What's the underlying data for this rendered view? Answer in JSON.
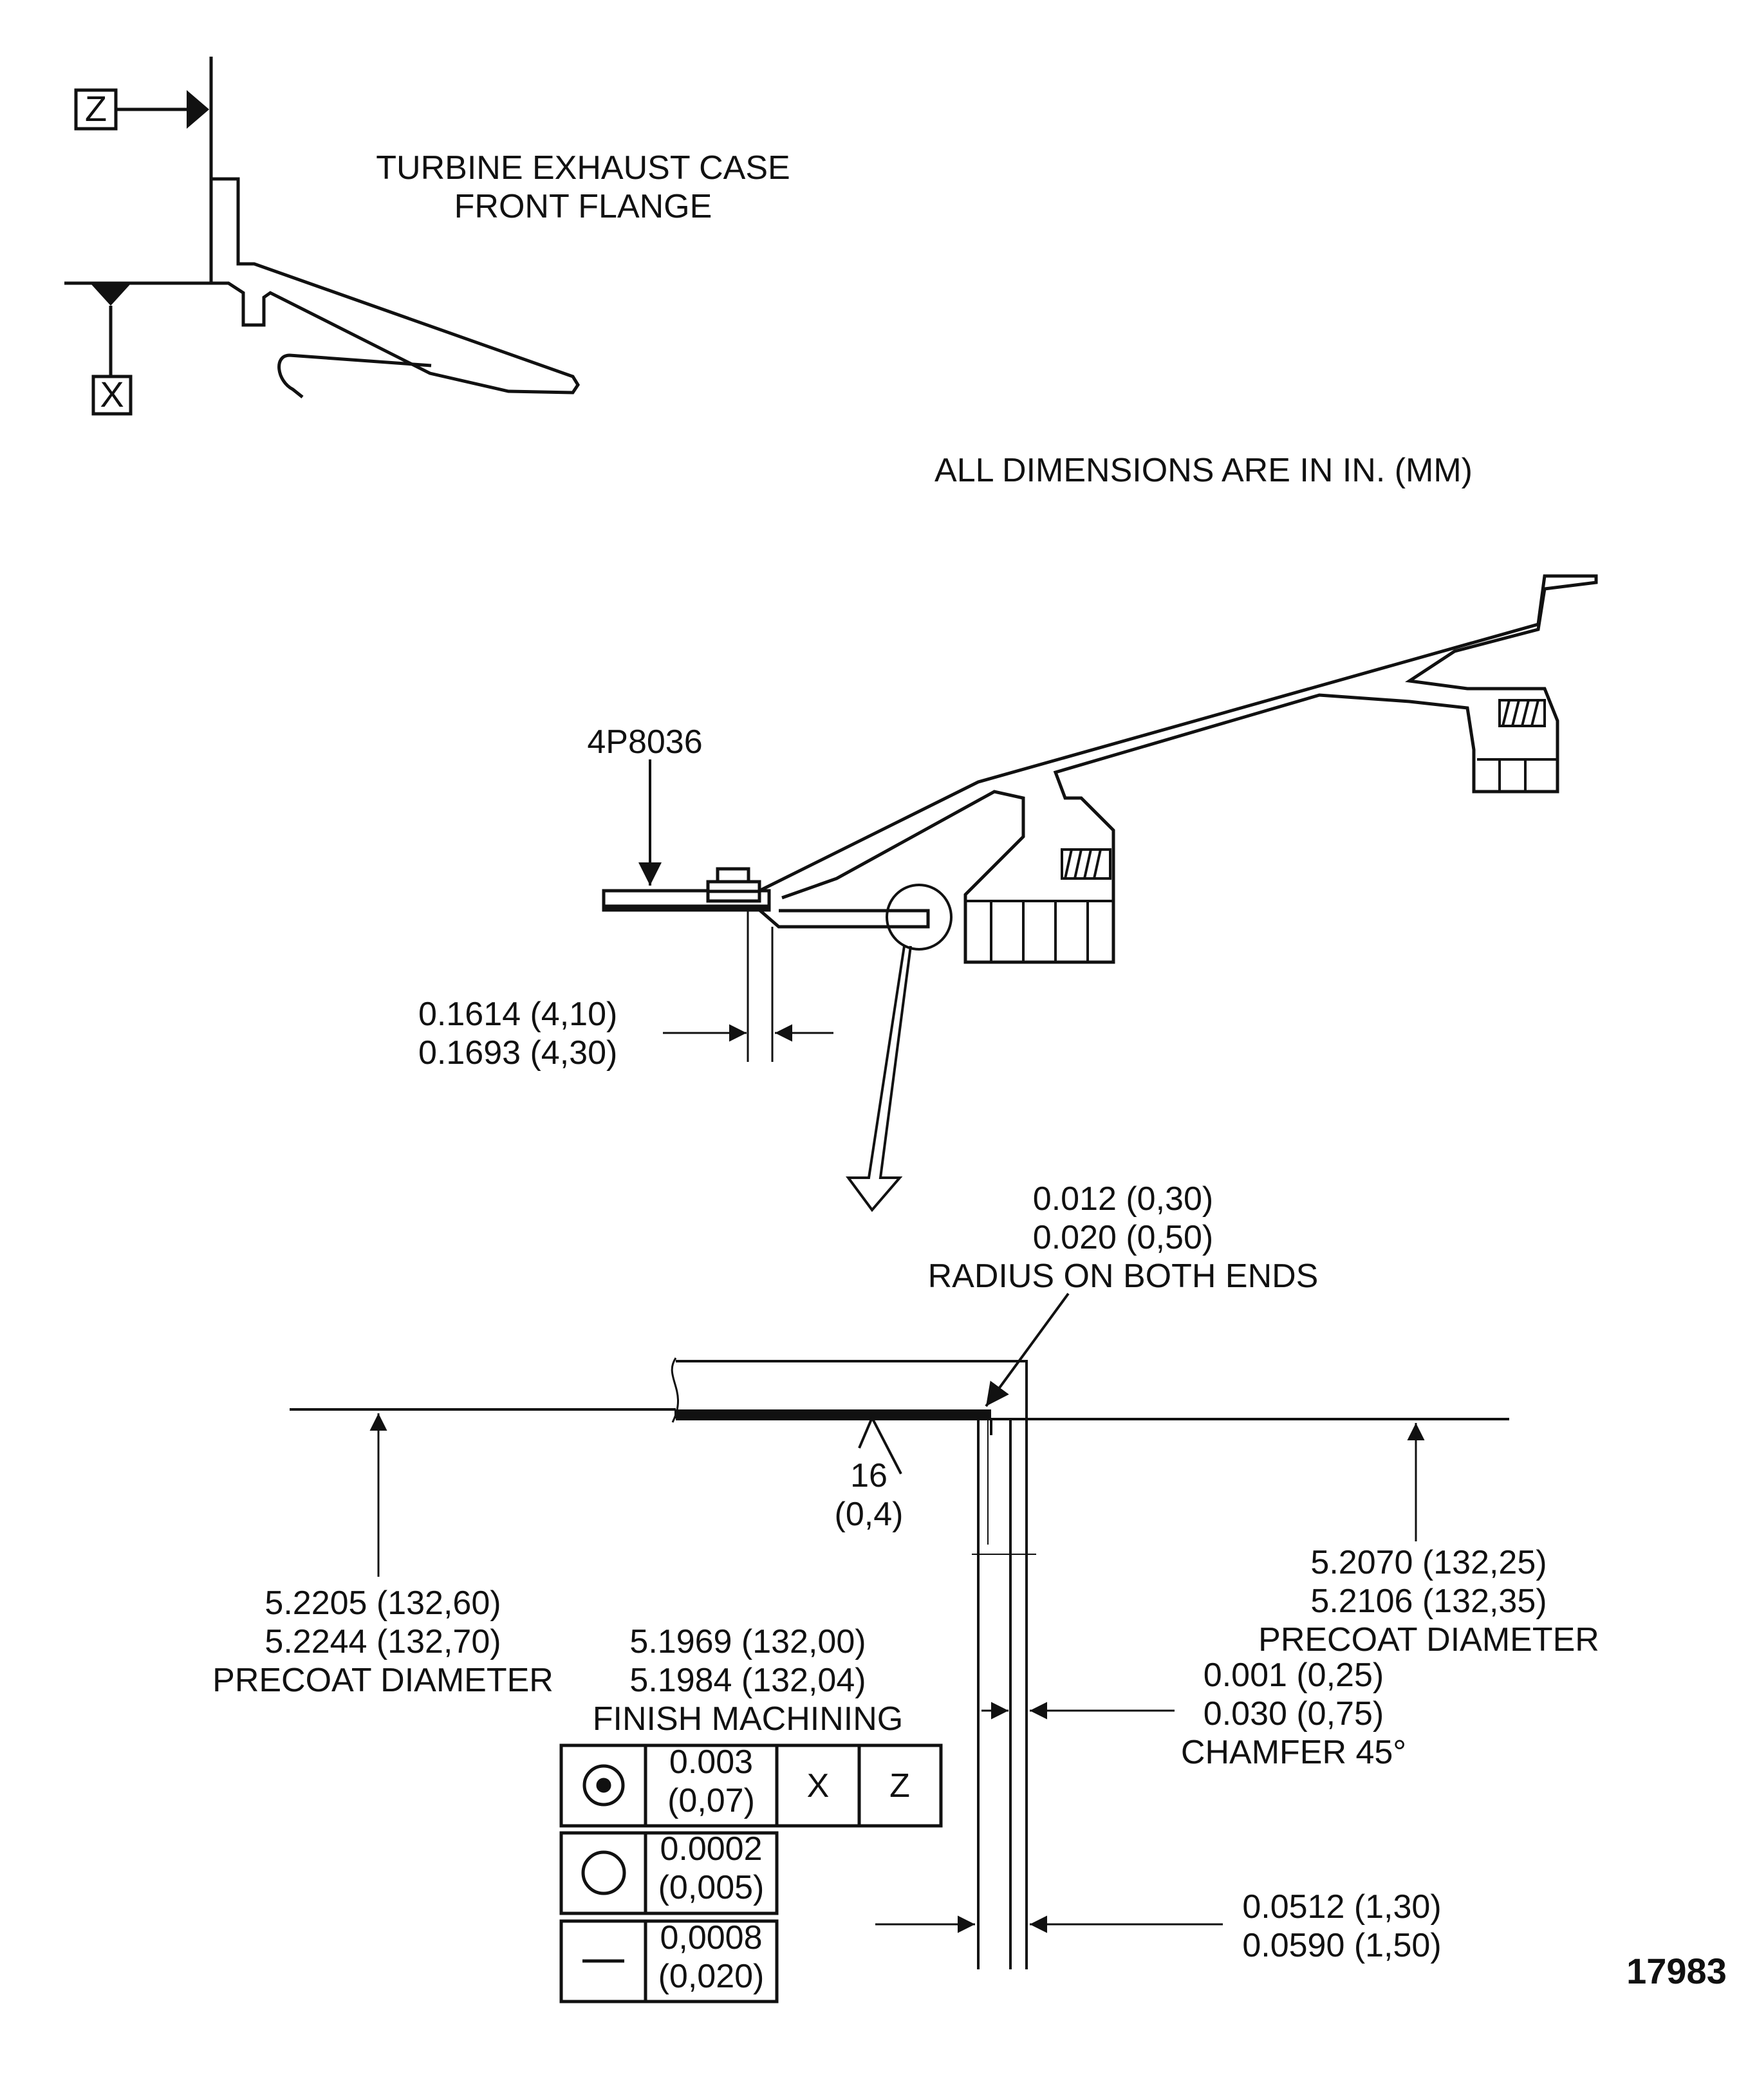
{
  "datums": {
    "z": "Z",
    "x": "X"
  },
  "titles": {
    "case_line1": "TURBINE EXHAUST CASE",
    "case_line2": "FRONT FLANGE",
    "units_note": "ALL DIMENSIONS ARE IN IN. (MM)"
  },
  "part_number": "4P8036",
  "dims": {
    "gap_in_1": "0.1614 (4,10)",
    "gap_in_2": "0.1693 (4,30)",
    "radius_1": "0.012 (0,30)",
    "radius_2": "0.020 (0,50)",
    "radius_note": "RADIUS ON BOTH ENDS",
    "finish_1": "16",
    "finish_2": "(0,4)",
    "precoat_left_1": "5.2205 (132,60)",
    "precoat_left_2": "5.2244 (132,70)",
    "precoat_left_label": "PRECOAT DIAMETER",
    "precoat_right_1": "5.2070 (132,25)",
    "precoat_right_2": "5.2106 (132,35)",
    "precoat_right_label": "PRECOAT DIAMETER",
    "finish_mach_1": "5.1969 (132,00)",
    "finish_mach_2": "5.1984 (132,04)",
    "finish_mach_label": "FINISH MACHINING",
    "chamfer_1": "0.001 (0,25)",
    "chamfer_2": "0.030 (0,75)",
    "chamfer_label": "CHAMFER 45°",
    "width_1": "0.0512 (1,30)",
    "width_2": "0.0590 (1,50)"
  },
  "tolerance_frames": [
    {
      "symbol": "concentricity-icon",
      "value_1": "0.003",
      "value_2": "(0,07)",
      "datum_1": "X",
      "datum_2": "Z"
    },
    {
      "symbol": "circularity-icon",
      "value_1": "0.0002",
      "value_2": "(0,005)"
    },
    {
      "symbol": "straightness-icon",
      "value_1": "0,0008",
      "value_2": "(0,020)"
    }
  ],
  "figure_number": "17983"
}
